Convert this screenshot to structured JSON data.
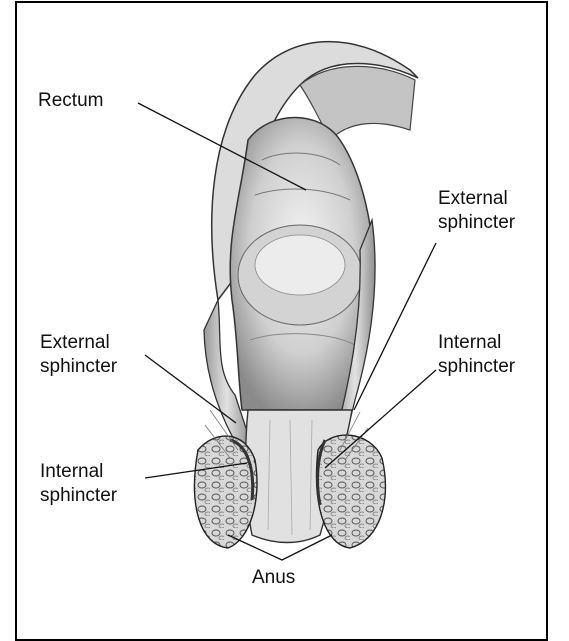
{
  "labels": {
    "rectum": "Rectum",
    "external_sphincter_right": "External\nsphincter",
    "internal_sphincter_right": "Internal\nsphincter",
    "external_sphincter_left": "External\nsphincter",
    "internal_sphincter_left": "Internal\nsphincter",
    "anus": "Anus"
  },
  "colors": {
    "ink": "#111111",
    "tissue_light": "#e6e6e6",
    "tissue_mid": "#b9b9b9",
    "tissue_dark": "#6f6f6f"
  }
}
